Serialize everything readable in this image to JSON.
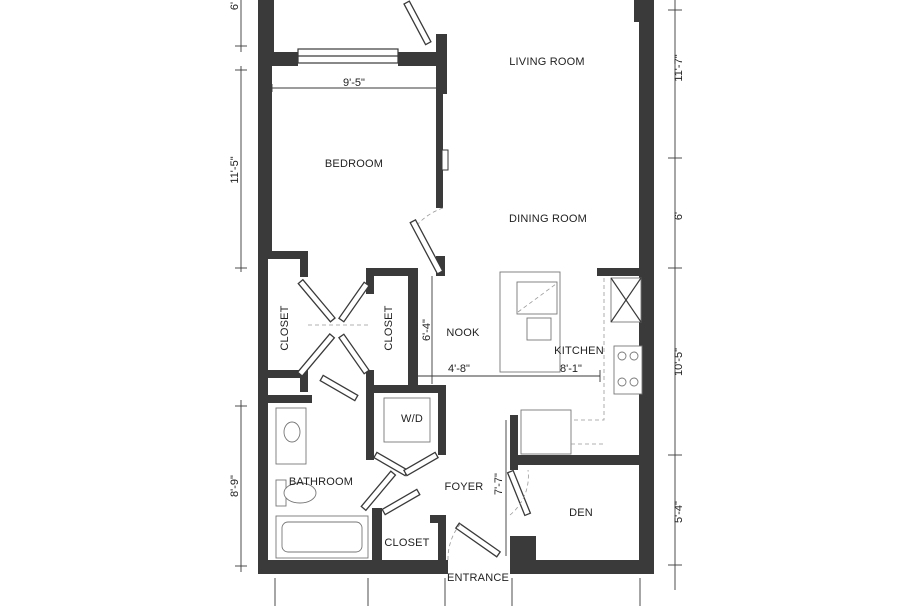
{
  "rooms": {
    "living_room": "LIVING ROOM",
    "bedroom": "BEDROOM",
    "dining_room": "DINING ROOM",
    "closet_left": "CLOSET",
    "closet_right": "CLOSET",
    "nook": "NOOK",
    "kitchen": "KITCHEN",
    "washer_dryer": "W/D",
    "bathroom": "BATHROOM",
    "foyer": "FOYER",
    "den": "DEN",
    "closet_foyer": "CLOSET",
    "entrance": "ENTRANCE"
  },
  "dimensions": {
    "left_top": "6'",
    "bedroom_width": "9'-5\"",
    "bedroom_depth": "11'-5\"",
    "nook_depth": "6'-4\"",
    "nook_width": "4'-8\"",
    "kitchen_width": "8'-1\"",
    "bathroom_depth": "8'-9\"",
    "foyer_depth": "7'-7\"",
    "right_living": "11'-7\"",
    "right_dining": "6'",
    "right_kitchen": "10'-5\"",
    "right_den": "5'-4\""
  }
}
